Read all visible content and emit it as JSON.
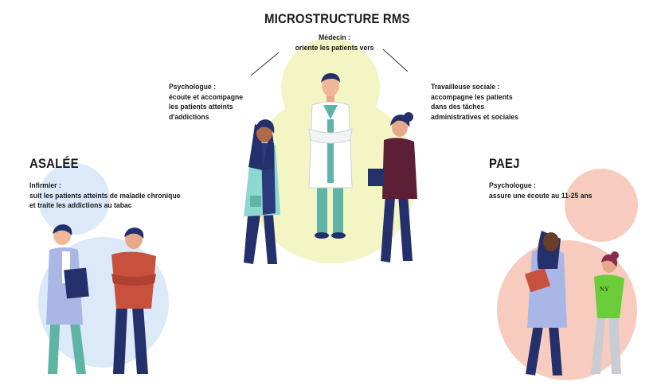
{
  "center_group": {
    "title": "MICROSTRUCTURE RMS",
    "doctor": {
      "lines": [
        "Médecin :",
        "oriente les patients vers"
      ]
    },
    "psychologist": {
      "lines": [
        "Psychologue :",
        "écoute et accompagne",
        "les patients atteints",
        "d'addictions"
      ]
    },
    "social_worker": {
      "lines": [
        "Travailleuse sociale :",
        "accompagne les patients",
        "dans des tâches",
        "administratives et sociales"
      ]
    }
  },
  "left_group": {
    "title": "ASALÉE",
    "nurse": {
      "lines": [
        "Infirmier :",
        "suit les patients atteints de maladie chronique",
        "et traite les addictions au tabac"
      ]
    }
  },
  "right_group": {
    "title": "PAEJ",
    "psychologist": {
      "lines": [
        "Psychologue :",
        "assure une écoute au 11-25 ans"
      ]
    },
    "shirt_text": "NY"
  },
  "colors": {
    "center_circle": "#f4f5c4",
    "left_circle": "#dbe9f8",
    "right_circle": "#f8cbbf",
    "doctor_coat": "#ffffff",
    "teal_scrubs": "#5fb4a6",
    "navy": "#23306b",
    "maroon_shirt": "#5c1f36",
    "red_shirt": "#c8513e",
    "green_shirt": "#6ccd3a",
    "lavender_coat": "#a9b6e6"
  },
  "icons": [
    "doctor-figure",
    "psychologist-figure",
    "social-worker-figure",
    "nurse-figure",
    "patient-figure",
    "paej-psychologist-figure",
    "teen-figure"
  ]
}
